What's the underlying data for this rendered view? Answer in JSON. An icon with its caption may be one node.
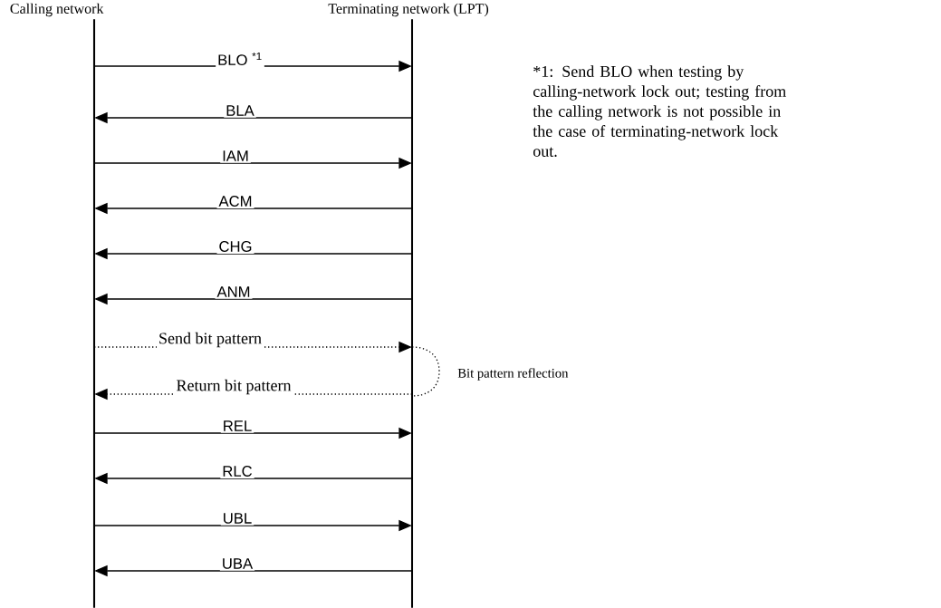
{
  "diagram": {
    "nodes": [
      {
        "text": [
          "Calling network"
        ]
      },
      {
        "text": [
          "Terminating network (LPT)"
        ]
      }
    ],
    "edges": [
      {
        "from": 0,
        "to": 1,
        "arrow": "to",
        "label": "BLO $^{*1}$"
      },
      {
        "from": 1,
        "to": 0,
        "arrow": "to",
        "label": "BLA"
      },
      {
        "from": 0,
        "to": 1,
        "arrow": "to",
        "label": "IAM"
      },
      {
        "from": 1,
        "to": 0,
        "arrow": "to",
        "label": "ACM"
      },
      {
        "from": 1,
        "to": 0,
        "arrow": "to",
        "label": "CHG"
      },
      {
        "from": 1,
        "to": 0,
        "arrow": "to",
        "label": "ANM"
      },
      {
        "from": 0,
        "to": 1,
        "arrow": "to",
        "label": "Send bit pattern",
        "style": "dashed"
      },
      {
        "from": 1,
        "to": 0,
        "arrow": "to",
        "label": "Return bit pattern",
        "style": "dashed"
      },
      {
        "from": 0,
        "to": 1,
        "arrow": "to",
        "label": "REL"
      },
      {
        "from": 1,
        "to": 0,
        "arrow": "to",
        "label": "RLC"
      },
      {
        "from": 0,
        "to": 1,
        "arrow": "to",
        "label": "UBL"
      },
      {
        "from": 1,
        "to": 0,
        "arrow": "to",
        "label": "UBA"
      }
    ],
    "labels": [
      "*1: Send BLO when testing by calling-network lock out; testing from the calling network is not possible in the case of terminating-network lock out.",
      "Bit pattern reflection"
    ]
  }
}
